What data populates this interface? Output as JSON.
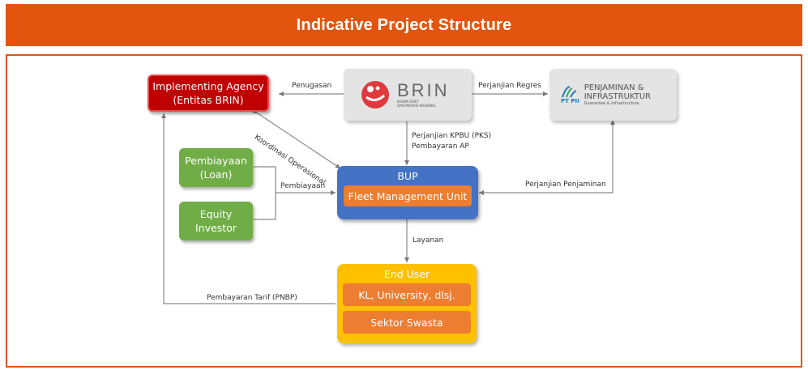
{
  "header": {
    "title": "Indicative Project Structure"
  },
  "nodes": {
    "implementing_agency": {
      "line1": "Implementing Agency",
      "line2": "(Entitas BRIN)"
    },
    "brin": {
      "logo_text": "BRIN",
      "tagline1": "BADAN RISET",
      "tagline2": "DAN INOVASI NASIONAL"
    },
    "ptpii": {
      "logo_text": "PT PII",
      "name1": "PENJAMINAN &",
      "name2": "INFRASTRUKTUR",
      "tagline": "Guarantee & Infrastructure"
    },
    "pembiayaan": {
      "line1": "Pembiayaan",
      "line2": "(Loan)"
    },
    "equity": {
      "line1": "Equity",
      "line2": "Investor"
    },
    "bup": {
      "title": "BUP",
      "inner": "Fleet Management Unit"
    },
    "end_user": {
      "title": "End User",
      "item1": "KL, University, dlsj.",
      "item2": "Sektor Swasta"
    }
  },
  "edges": {
    "penugasan": "Penugasan",
    "perjanjian_regres": "Perjanjian Regres",
    "koordinasi": "Koordinasi Operasional",
    "kpbu_line1": "Perjanjian KPBU (PKS)",
    "kpbu_line2": "Pembayaran AP",
    "pembiayaan": "Pembiayaan",
    "penjaminan": "Perjanjian Penjaminan",
    "layanan": "Layanan",
    "tarif": "Pembayaran Tarif (PNBP)"
  },
  "colors": {
    "header": "#e2550e",
    "red": "#c00000",
    "green": "#70ad47",
    "blue": "#4472c4",
    "orange": "#ed7d31",
    "yellow": "#ffc000",
    "brin_red": "#e03a3e"
  }
}
